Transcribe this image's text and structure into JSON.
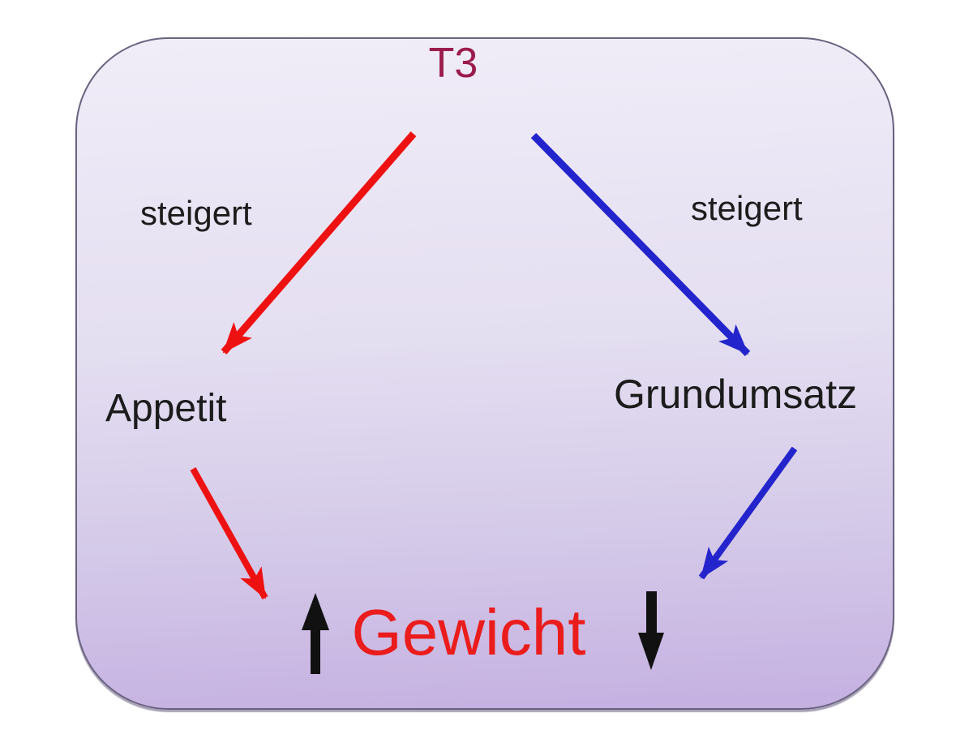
{
  "diagram": {
    "nodes": {
      "t3": "T3",
      "appetit": "Appetit",
      "grundumsatz": "Grundumsatz",
      "gewicht": "Gewicht"
    },
    "labels": {
      "steigert_left": "steigert",
      "steigert_right": "steigert"
    },
    "edges": [
      {
        "from": "T3",
        "to": "Appetit",
        "label": "steigert",
        "color": "#ee1111"
      },
      {
        "from": "T3",
        "to": "Grundumsatz",
        "label": "steigert",
        "color": "#2424cc"
      },
      {
        "from": "Appetit",
        "to": "Gewicht",
        "effect": "increase",
        "color": "#ee1111"
      },
      {
        "from": "Grundumsatz",
        "to": "Gewicht",
        "effect": "decrease",
        "color": "#2424cc"
      }
    ],
    "icons": {
      "weight_up": "weight-up-arrow",
      "weight_down": "weight-down-arrow"
    },
    "colors": {
      "title_text": "#9b1b4d",
      "gewicht_text": "#ea1c1c",
      "body_text": "#1c1c1c",
      "red_arrow": "#ee1111",
      "blue_arrow": "#2424cc",
      "black_arrow": "#111111",
      "panel_top": "#f0edf8",
      "panel_bottom": "#c5b0e1",
      "panel_border": "#6a6380"
    }
  }
}
